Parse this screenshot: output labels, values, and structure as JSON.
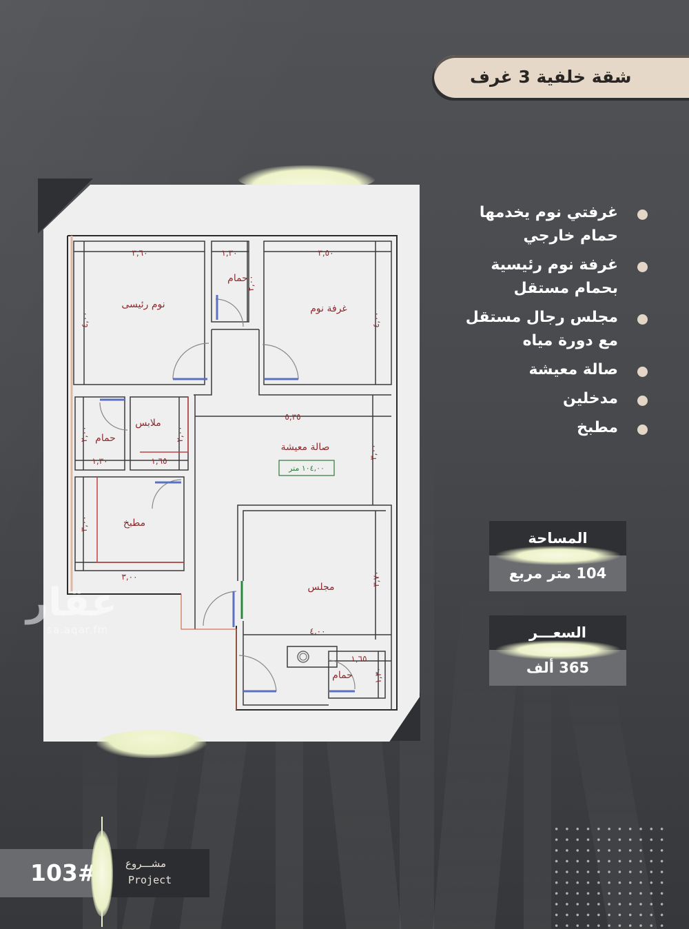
{
  "title": "شقة خلفية 3 غرف",
  "features": [
    "غرفتي نوم يخدمها حمام خارجي",
    "غرفة نوم رئيسية بحمام مستقل",
    "مجلس رجال مستقل مع دورة مياه",
    "صالة معيشة",
    "مدخلين",
    "مطبخ"
  ],
  "area_box": {
    "label": "المساحة",
    "value": "104 متر مربع"
  },
  "price_box": {
    "label": "السعـــر",
    "value": "365 ألف"
  },
  "project": {
    "number": "103#",
    "label_ar": "مشـــروع",
    "label_en": "Project"
  },
  "watermark": {
    "logo": "عقار",
    "url": "sa.aqar.fm"
  },
  "floor_plan": {
    "rooms": {
      "master_bedroom": "نوم رئيسى",
      "bathroom_top": "حمام",
      "bedroom": "غرفة نوم",
      "closet": "ملابس",
      "bathroom_left": "حمام",
      "living": "صالة معيشة",
      "living_area": "١٠٤,٠٠ متر",
      "kitchen": "مطبخ",
      "majlis": "مجلس",
      "bathroom_bottom": "حمام"
    },
    "dimensions": {
      "master_w": "٣,٦٠",
      "master_h": "٤,٠٠",
      "bath_top_w": "١,٣٠",
      "bath_top_h": "٢,٠٠",
      "bedroom_w": "٣,٥٠",
      "bedroom_h": "٤,٠٠",
      "bath_left_w": "١,٣٠",
      "bath_left_h": "٢,٠٠",
      "closet_w": "١,٦٥",
      "closet_h": "٢,٠٠",
      "living_w": "٥,٣٥",
      "living_h": "٣,٠٠",
      "kitchen_w": "٣,٠٠",
      "kitchen_h": "٣,٠٠",
      "majlis_w": "٤,٠٠",
      "majlis_h": "٣,٧٠",
      "bath_bottom_w": "١,٦٥",
      "bath_bottom_h": "١,٣٠"
    }
  },
  "colors": {
    "background": "#47494d",
    "title_pill": "#e6d8c8",
    "card": "#efeff0",
    "dark_box": "#2f3033",
    "grey_box": "#6b6c6f",
    "plan_text": "#8a2a2e",
    "area_green": "#2e7a3a",
    "glow": "#eef3c8"
  }
}
